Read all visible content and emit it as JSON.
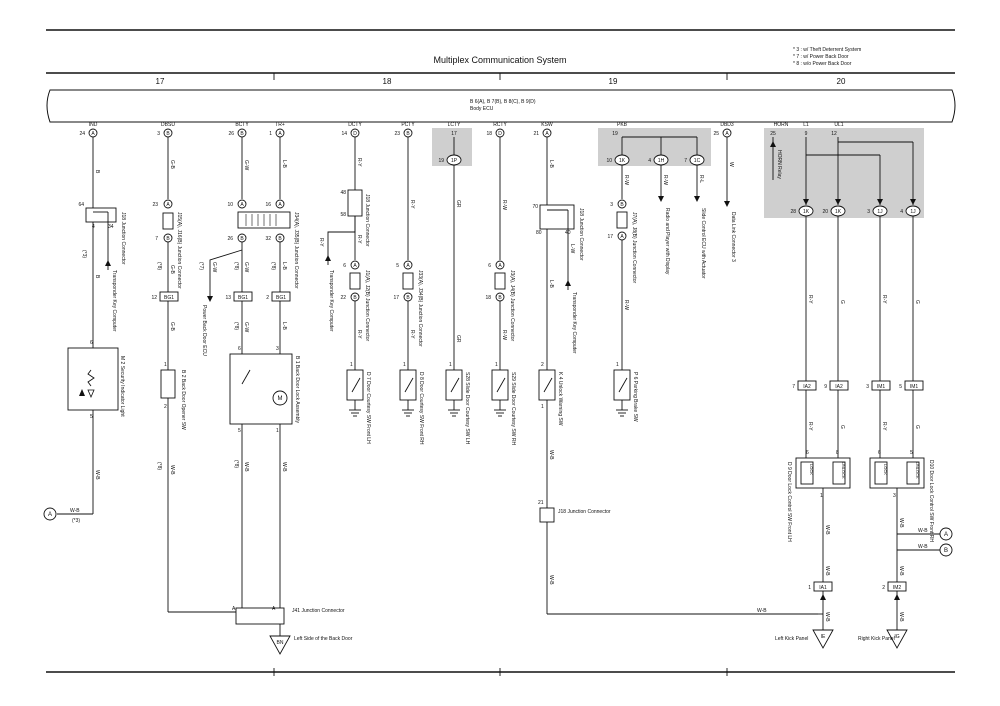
{
  "title": "Multiplex Communication System",
  "notes": [
    "* 3 : w/ Theft Deterrent System",
    "* 7 : w/ Power Back Door",
    "* 8 : w/o Power Back Door"
  ],
  "columns": [
    "17",
    "18",
    "19",
    "20"
  ],
  "ecu": {
    "connectors": "B 6(A), B 7(B), B 8(C), B 9(D)",
    "name": "Body ECU"
  },
  "pins": [
    {
      "name": "IND",
      "num": "24",
      "conn": "A"
    },
    {
      "name": "DBSU",
      "num": "3",
      "conn": "B"
    },
    {
      "name": "BCTY",
      "num": "26",
      "conn": "B"
    },
    {
      "name": "TR+",
      "num": "1",
      "conn": "A"
    },
    {
      "name": "DCTY",
      "num": "14",
      "conn": "D"
    },
    {
      "name": "PCTY",
      "num": "23",
      "conn": "B"
    },
    {
      "name": "LCTY",
      "num": "17",
      "conn": ""
    },
    {
      "name": "RCTY",
      "num": "18",
      "conn": "D"
    },
    {
      "name": "KSW",
      "num": "21",
      "conn": "A"
    },
    {
      "name": "PKB",
      "num": "19",
      "conn": ""
    },
    {
      "name": "DBD3",
      "num": "25",
      "conn": "A"
    },
    {
      "name": "HORN",
      "num": "25",
      "conn": ""
    },
    {
      "name": "L1",
      "num": "9",
      "conn": ""
    },
    {
      "name": "UL1",
      "num": "12",
      "conn": ""
    }
  ],
  "wires": [
    "B",
    "G-B",
    "G-W",
    "L-B",
    "R-Y",
    "R-Y",
    "GR",
    "R-W",
    "L-B",
    "R-W",
    "R-L",
    "W",
    "R-Y",
    "G",
    "R-Y",
    "G",
    "W-B",
    "W-B",
    "W-B",
    "W-B",
    "W-B",
    "W-B",
    "L-W",
    "G-W",
    "W-B",
    "W-B"
  ],
  "conn_labels": {
    "j18": "J18 Junction Connector",
    "j15": "J15(A), J16(B) Junction Connector",
    "j7": "J7(A), J8(B) Junction Connector",
    "j34": "J34(A), J35(B) Junction Connector",
    "j1": "J1(A), J2(B) Junction Connector",
    "j33": "J33(A), J34(B) Junction Connector",
    "j3": "J3(A), J4(B) Junction Connector",
    "j41": "J41 Junction Connector"
  },
  "components": {
    "m2": "M 2 Security Indicator Light",
    "b2": "B 2 Back Door Opener SW",
    "b1": "B 1 Back Door Lock Assembly",
    "d7": "D 7 Door Courtesy SW Front LH",
    "d8": "D 8 Door Courtesy SW Front RH",
    "s28": "S28 Slide Door Courtesy SW LH",
    "s29": "S29 Slide Door Courtesy SW RH",
    "k4": "K 4 Unlock Warning SW",
    "p6": "P 6 Parking Brake SW",
    "d9": "D 9 Door Lock Control SW Front LH",
    "d10": "D10 Door Lock Control SW Front RH",
    "horn_relay": "HORN Relay"
  },
  "dest_labels": {
    "transponder": "Transponder Key Computer",
    "power_back_door": "Power Back Door ECU",
    "radio": "Radio and Player with Display",
    "slide_ctrl": "Slide Control ECU with Actuator",
    "dlc3": "Data Link Connector 3"
  },
  "small": {
    "note3": "(*3)",
    "note7": "(*7)",
    "note8": "(*8)",
    "bg1": "BG1",
    "ia1": "IA1",
    "ia2": "IA2",
    "im1": "IM1",
    "im2": "IM2",
    "lock": "LOCK",
    "unlock": "UNLOCK",
    "bn": "BN",
    "ie": "IE",
    "ig": "IG",
    "a": "A",
    "b": "B",
    "m": "M",
    "ground_back": "Left Side of the Back Door",
    "left_kick": "Left Kick Panel",
    "right_kick": "Right Kick Panel",
    "ic1p": "1P",
    "ic1k": "1K",
    "ic1h": "1H",
    "ic1c": "1C",
    "ic1j": "1J",
    "n": [
      "1",
      "2",
      "3",
      "4",
      "5",
      "6",
      "7",
      "8",
      "9",
      "10",
      "11",
      "12",
      "13",
      "14",
      "15",
      "16",
      "17",
      "18",
      "19",
      "20",
      "21",
      "22",
      "23",
      "25",
      "26",
      "28",
      "32",
      "34",
      "40",
      "48",
      "58",
      "64",
      "70",
      "80"
    ]
  }
}
